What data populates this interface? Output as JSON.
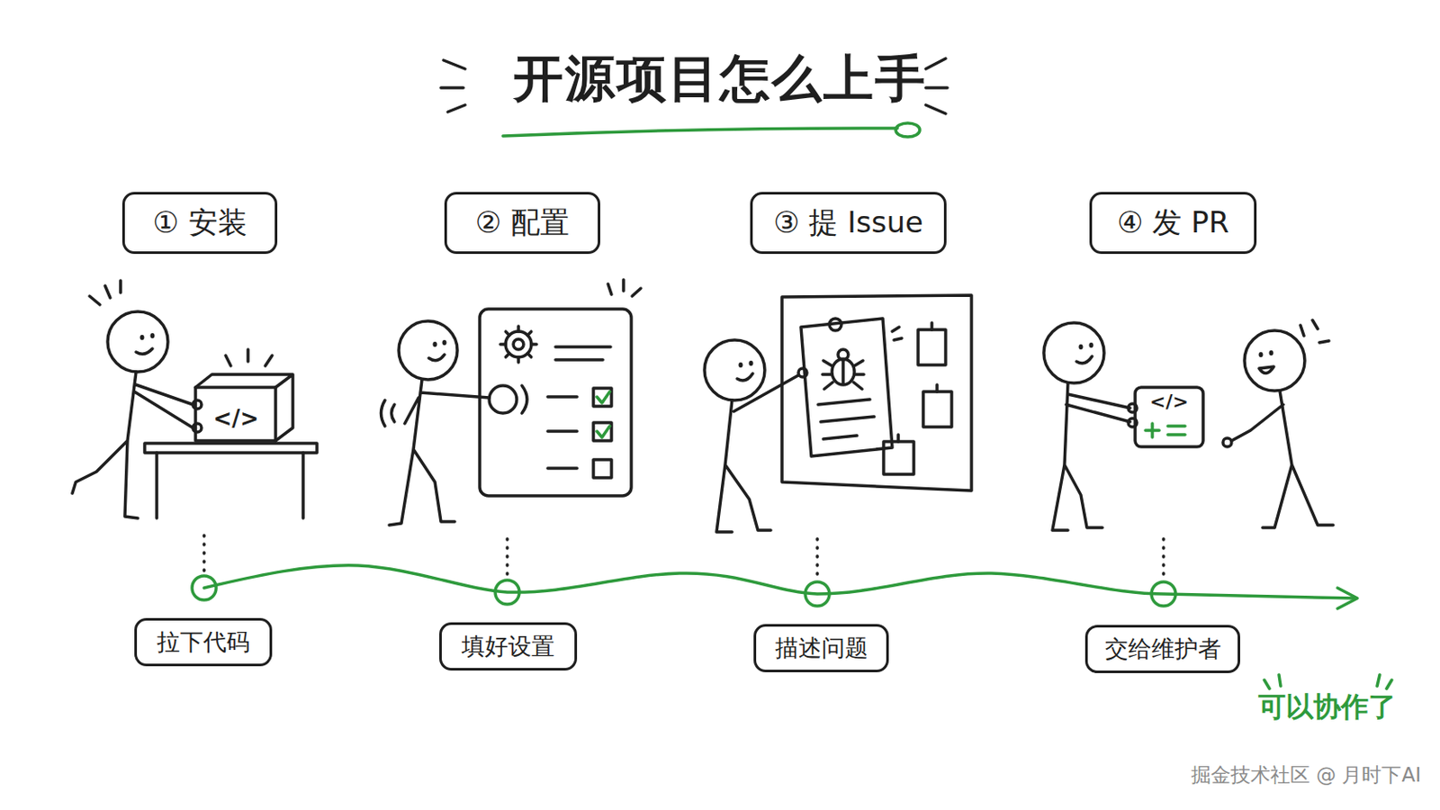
{
  "diagram": {
    "title": "开源项目怎么上手",
    "nodes": [
      {
        "text": [
          "① 安装"
        ]
      },
      {
        "text": [
          "② 配置"
        ]
      },
      {
        "text": [
          "③ 提 Issue"
        ]
      },
      {
        "text": [
          "④ 发 PR"
        ]
      },
      {
        "text": [
          "拉下代码"
        ]
      },
      {
        "text": [
          "填好设置"
        ]
      },
      {
        "text": [
          "描述问题"
        ]
      },
      {
        "text": [
          "交给维护者"
        ]
      }
    ],
    "labels": [
      "</>",
      "</>",
      "可以协作了",
      "掘金技术社区 @ 月时下AI"
    ]
  }
}
